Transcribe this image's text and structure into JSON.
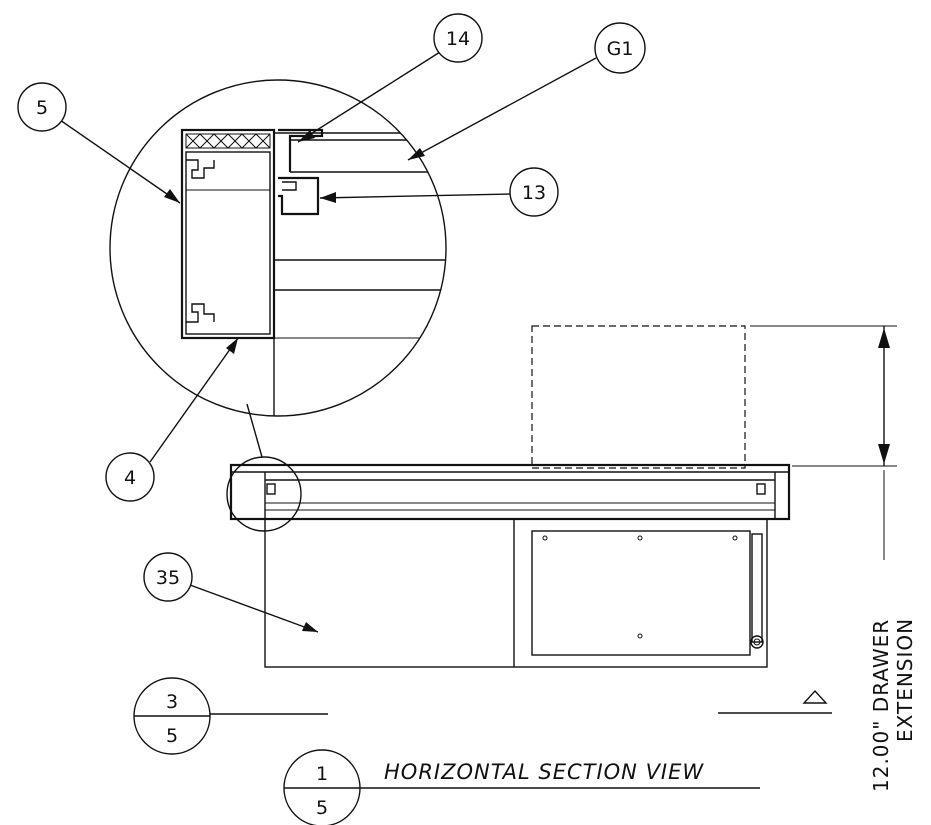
{
  "callouts": {
    "c5": "5",
    "c14": "14",
    "cG1": "G1",
    "c13": "13",
    "c4": "4",
    "c35": "35"
  },
  "section_marker": {
    "number": "3",
    "sheet": "5"
  },
  "view_title": {
    "number": "1",
    "sheet": "5",
    "label": "HORIZONTAL SECTION VIEW"
  },
  "dimension": {
    "line1": "12.00\"  DRAWER",
    "line2": "EXTENSION"
  }
}
